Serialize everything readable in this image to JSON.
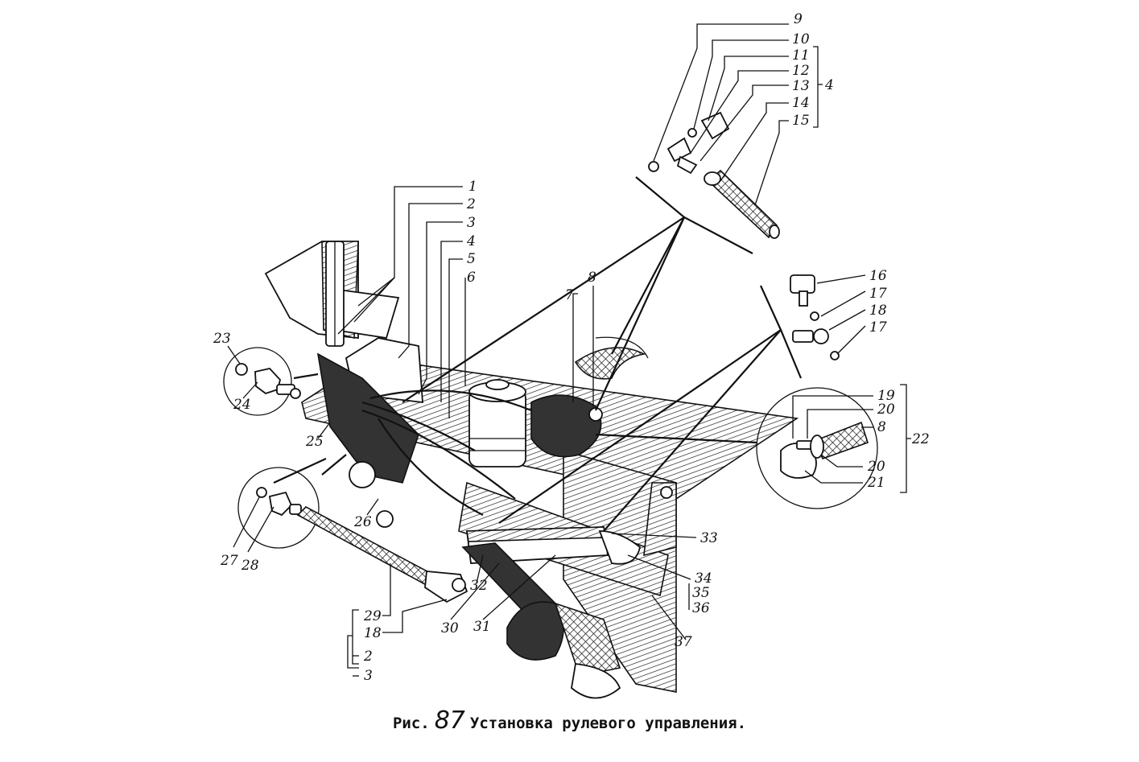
{
  "figure": {
    "caption_prefix": "Рис.",
    "caption_number": "87",
    "caption_text": "Установка рулевого управления."
  },
  "labels": [
    "1",
    "2",
    "3",
    "4",
    "5",
    "6",
    "7",
    "8",
    "9",
    "10",
    "11",
    "12",
    "13",
    "14",
    "15",
    "4",
    "16",
    "17",
    "18",
    "17",
    "19",
    "20",
    "8",
    "22",
    "20",
    "21",
    "23",
    "24",
    "25",
    "26",
    "27",
    "28",
    "29",
    "18",
    "2",
    "3",
    "30",
    "31",
    "32",
    "33",
    "34",
    "35",
    "36",
    "37"
  ]
}
